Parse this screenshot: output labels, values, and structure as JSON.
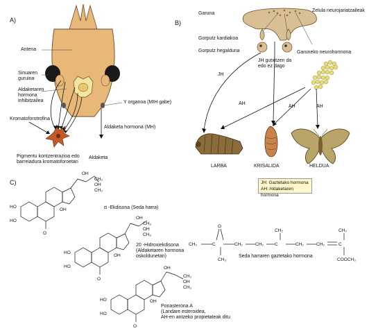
{
  "sections": {
    "a": "A)",
    "b": "B)",
    "c": "C)"
  },
  "panel_a": {
    "antenna": "Antena",
    "sinus_gland": "Sinuaren\nguruina",
    "mih": "Aldaketaren\nhormona\ninhibitzailea",
    "chromatophorotropin": "Kromatoforotrofina",
    "y_organ": "Y organoa (MIH gabe)",
    "molting_hormone": "Aldaketa hormona (MH)",
    "pigment": "Pigmentu kontzentrazioa edo\nbarreiadura kromatoforoetan",
    "molting": "Aldaketa"
  },
  "panel_b": {
    "brain": "Garuna",
    "neurosecretory": "Zelula neurojariatzaileak",
    "corpus_cardiacum": "Gorputz kardiakoa",
    "corpus_allatum": "Gorputz hegalduna",
    "brain_neurohormone": "Garuneko neurohormona",
    "jh_levels": "JH gutxitzen da\nedo ez dago",
    "jh": "JH",
    "ah1": "AH",
    "ah2": "AH",
    "ah3": "AH",
    "larva": "LARBA",
    "pupa": "KRISALIDA",
    "adult": "HELDUA",
    "legend_jh": "JH: Gaztetako hormona",
    "legend_ah": "AH: Aldaketaren hormona"
  },
  "panel_c": {
    "alpha_ecdysone": "α -Ekdisona (Seda harra)",
    "hydroxy_ecdysone": "20 -Hidroxiekdisona\n(Aldaketaren hormona\noskoldunetan)",
    "ponasterone": "Ponasterona A\n(Landare esteroidea,\nAH-en antzeko propietateak ditu",
    "juvenile_hormone": "Seda harraren gaztetako hormona",
    "atoms": {
      "oh": "OH",
      "ch3": "CH₃",
      "o": "O",
      "ho": "HO",
      "cooch3": "COOCH₃",
      "ch2": "CH₂",
      "ch": "CH",
      "c": "C",
      "h": "H"
    }
  },
  "colors": {
    "crustacean_body": "#e8b878",
    "gland_outline": "#6b4a2a",
    "eye": "#1a1a1a",
    "brain_fill": "#d9bf94",
    "neurosecretory_dots": "#8a6a40",
    "neurohormone_beads": "#e6dc7a",
    "legend_bg": "#fff7cc",
    "larva": "#8a6d3b",
    "moth": "#b9a56a",
    "pupa": "#c8844a"
  }
}
